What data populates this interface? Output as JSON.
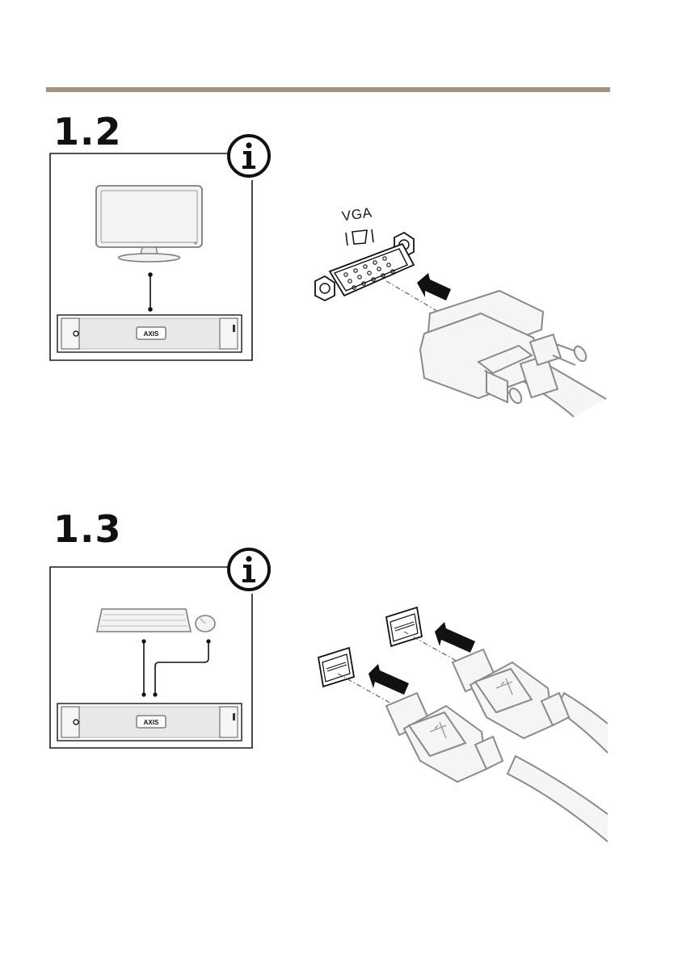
{
  "colors": {
    "rule": "#a39385",
    "line": "#1a1a1a",
    "gray_stroke": "#8a8a8a",
    "gray_fill": "#f2f2f2"
  },
  "steps": [
    {
      "number": "1.2",
      "info_icon": "info-icon",
      "device_logo": "AXIS"
    },
    {
      "number": "1.3",
      "info_icon": "info-icon",
      "device_logo": "AXIS"
    }
  ],
  "vga": {
    "port_label": "VGA"
  }
}
